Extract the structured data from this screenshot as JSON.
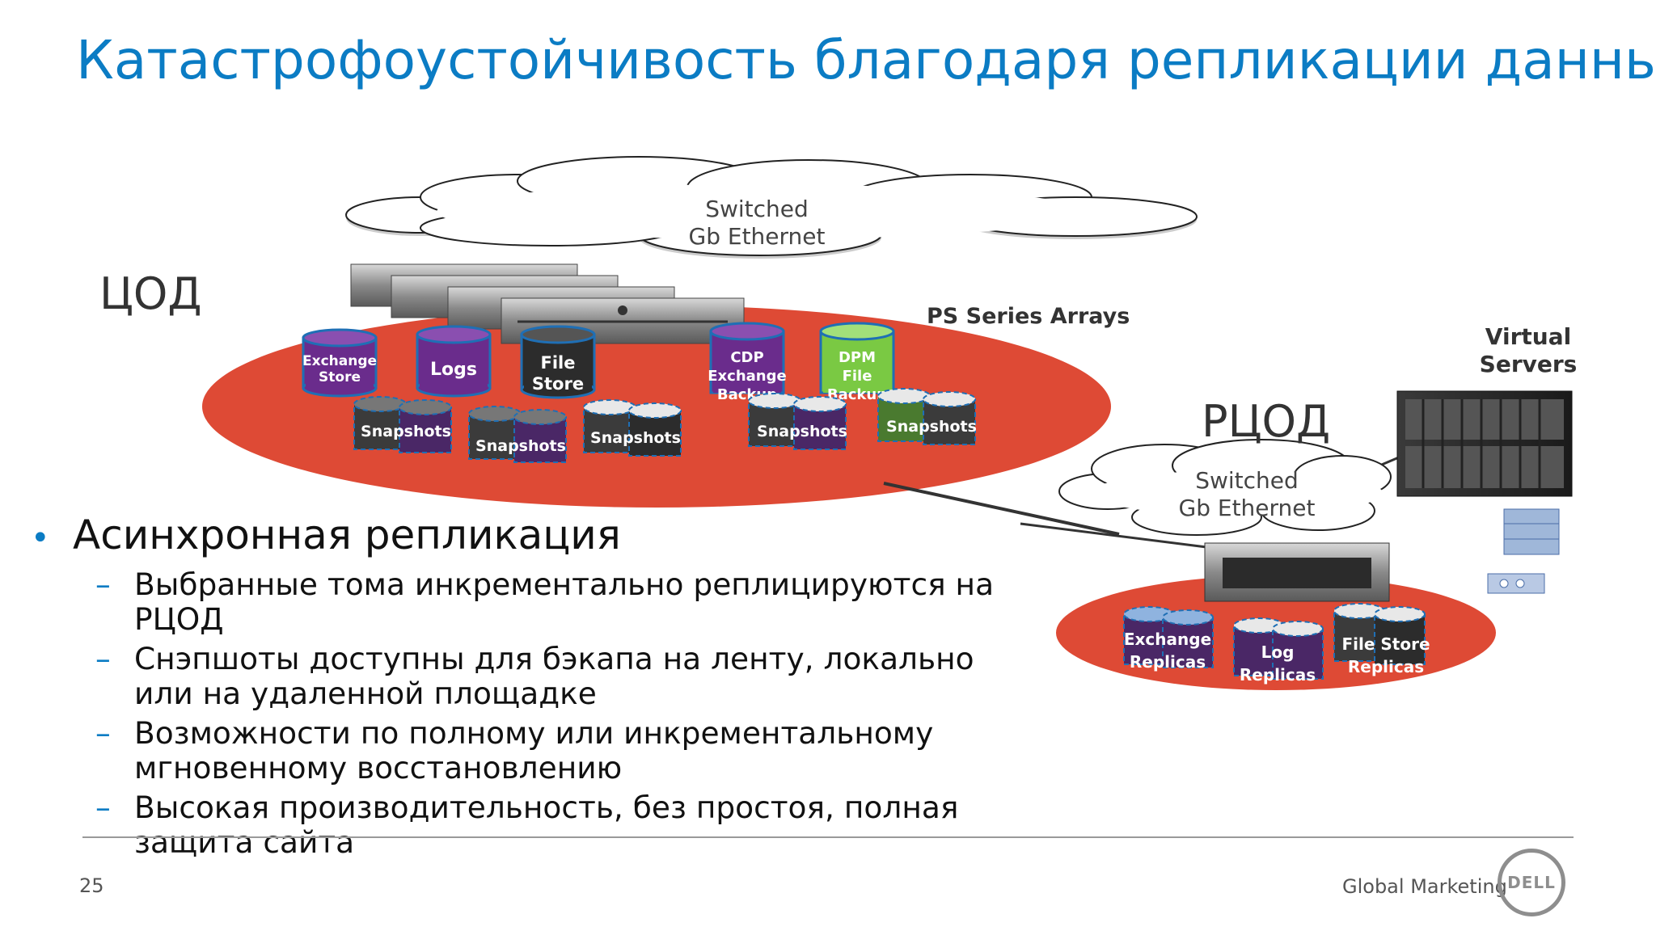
{
  "slide": {
    "title": "Катастрофоустойчивость благодаря репликации данных",
    "page_number": "25",
    "footer_text": "Global Marketing",
    "logo_text": "DELL"
  },
  "diagram": {
    "primary_site_label": "ЦОД",
    "secondary_site_label": "РЦОД",
    "arrays_label": "PS Series Arrays",
    "virtual_servers_label": [
      "Virtual",
      "Servers"
    ],
    "network_top": [
      "Switched",
      "Gb Ethernet"
    ],
    "network_right": [
      "Switched",
      "Gb Ethernet"
    ],
    "volumes": [
      {
        "id": "exchange-store",
        "lines": [
          "Exchange",
          "Store"
        ],
        "color": "#6a2c8c"
      },
      {
        "id": "logs",
        "lines": [
          "Logs"
        ],
        "color": "#6a2c8c"
      },
      {
        "id": "file-store",
        "lines": [
          "File",
          "Store"
        ],
        "color": "#2c2c2c"
      },
      {
        "id": "cdp-exchange-backup",
        "lines": [
          "CDP",
          "Exchange",
          "Backup"
        ],
        "color": "#6a2c8c"
      },
      {
        "id": "dpm-file-backup",
        "lines": [
          "DPM",
          "File",
          "Backup"
        ],
        "color": "#7ac943"
      }
    ],
    "snapshots": [
      "Snapshots",
      "Snapshots",
      "Snapshots",
      "Snapshots",
      "Snapshots"
    ],
    "replicas": [
      [
        "Exchange",
        "Replicas"
      ],
      [
        "Log",
        "Replicas"
      ],
      [
        "File Store",
        "Replicas"
      ]
    ]
  },
  "content": {
    "bullet": "Асинхронная репликация",
    "sub_items": [
      "Выбранные тома инкрементально реплицируются на РЦОД",
      "Снэпшоты доступны для бэкапа на ленту, локально или на удаленной площадке",
      "Возможности по полному или инкрементальному мгновенному восстановлению",
      "Высокая производительность, без простоя, полная защита сайта"
    ]
  }
}
